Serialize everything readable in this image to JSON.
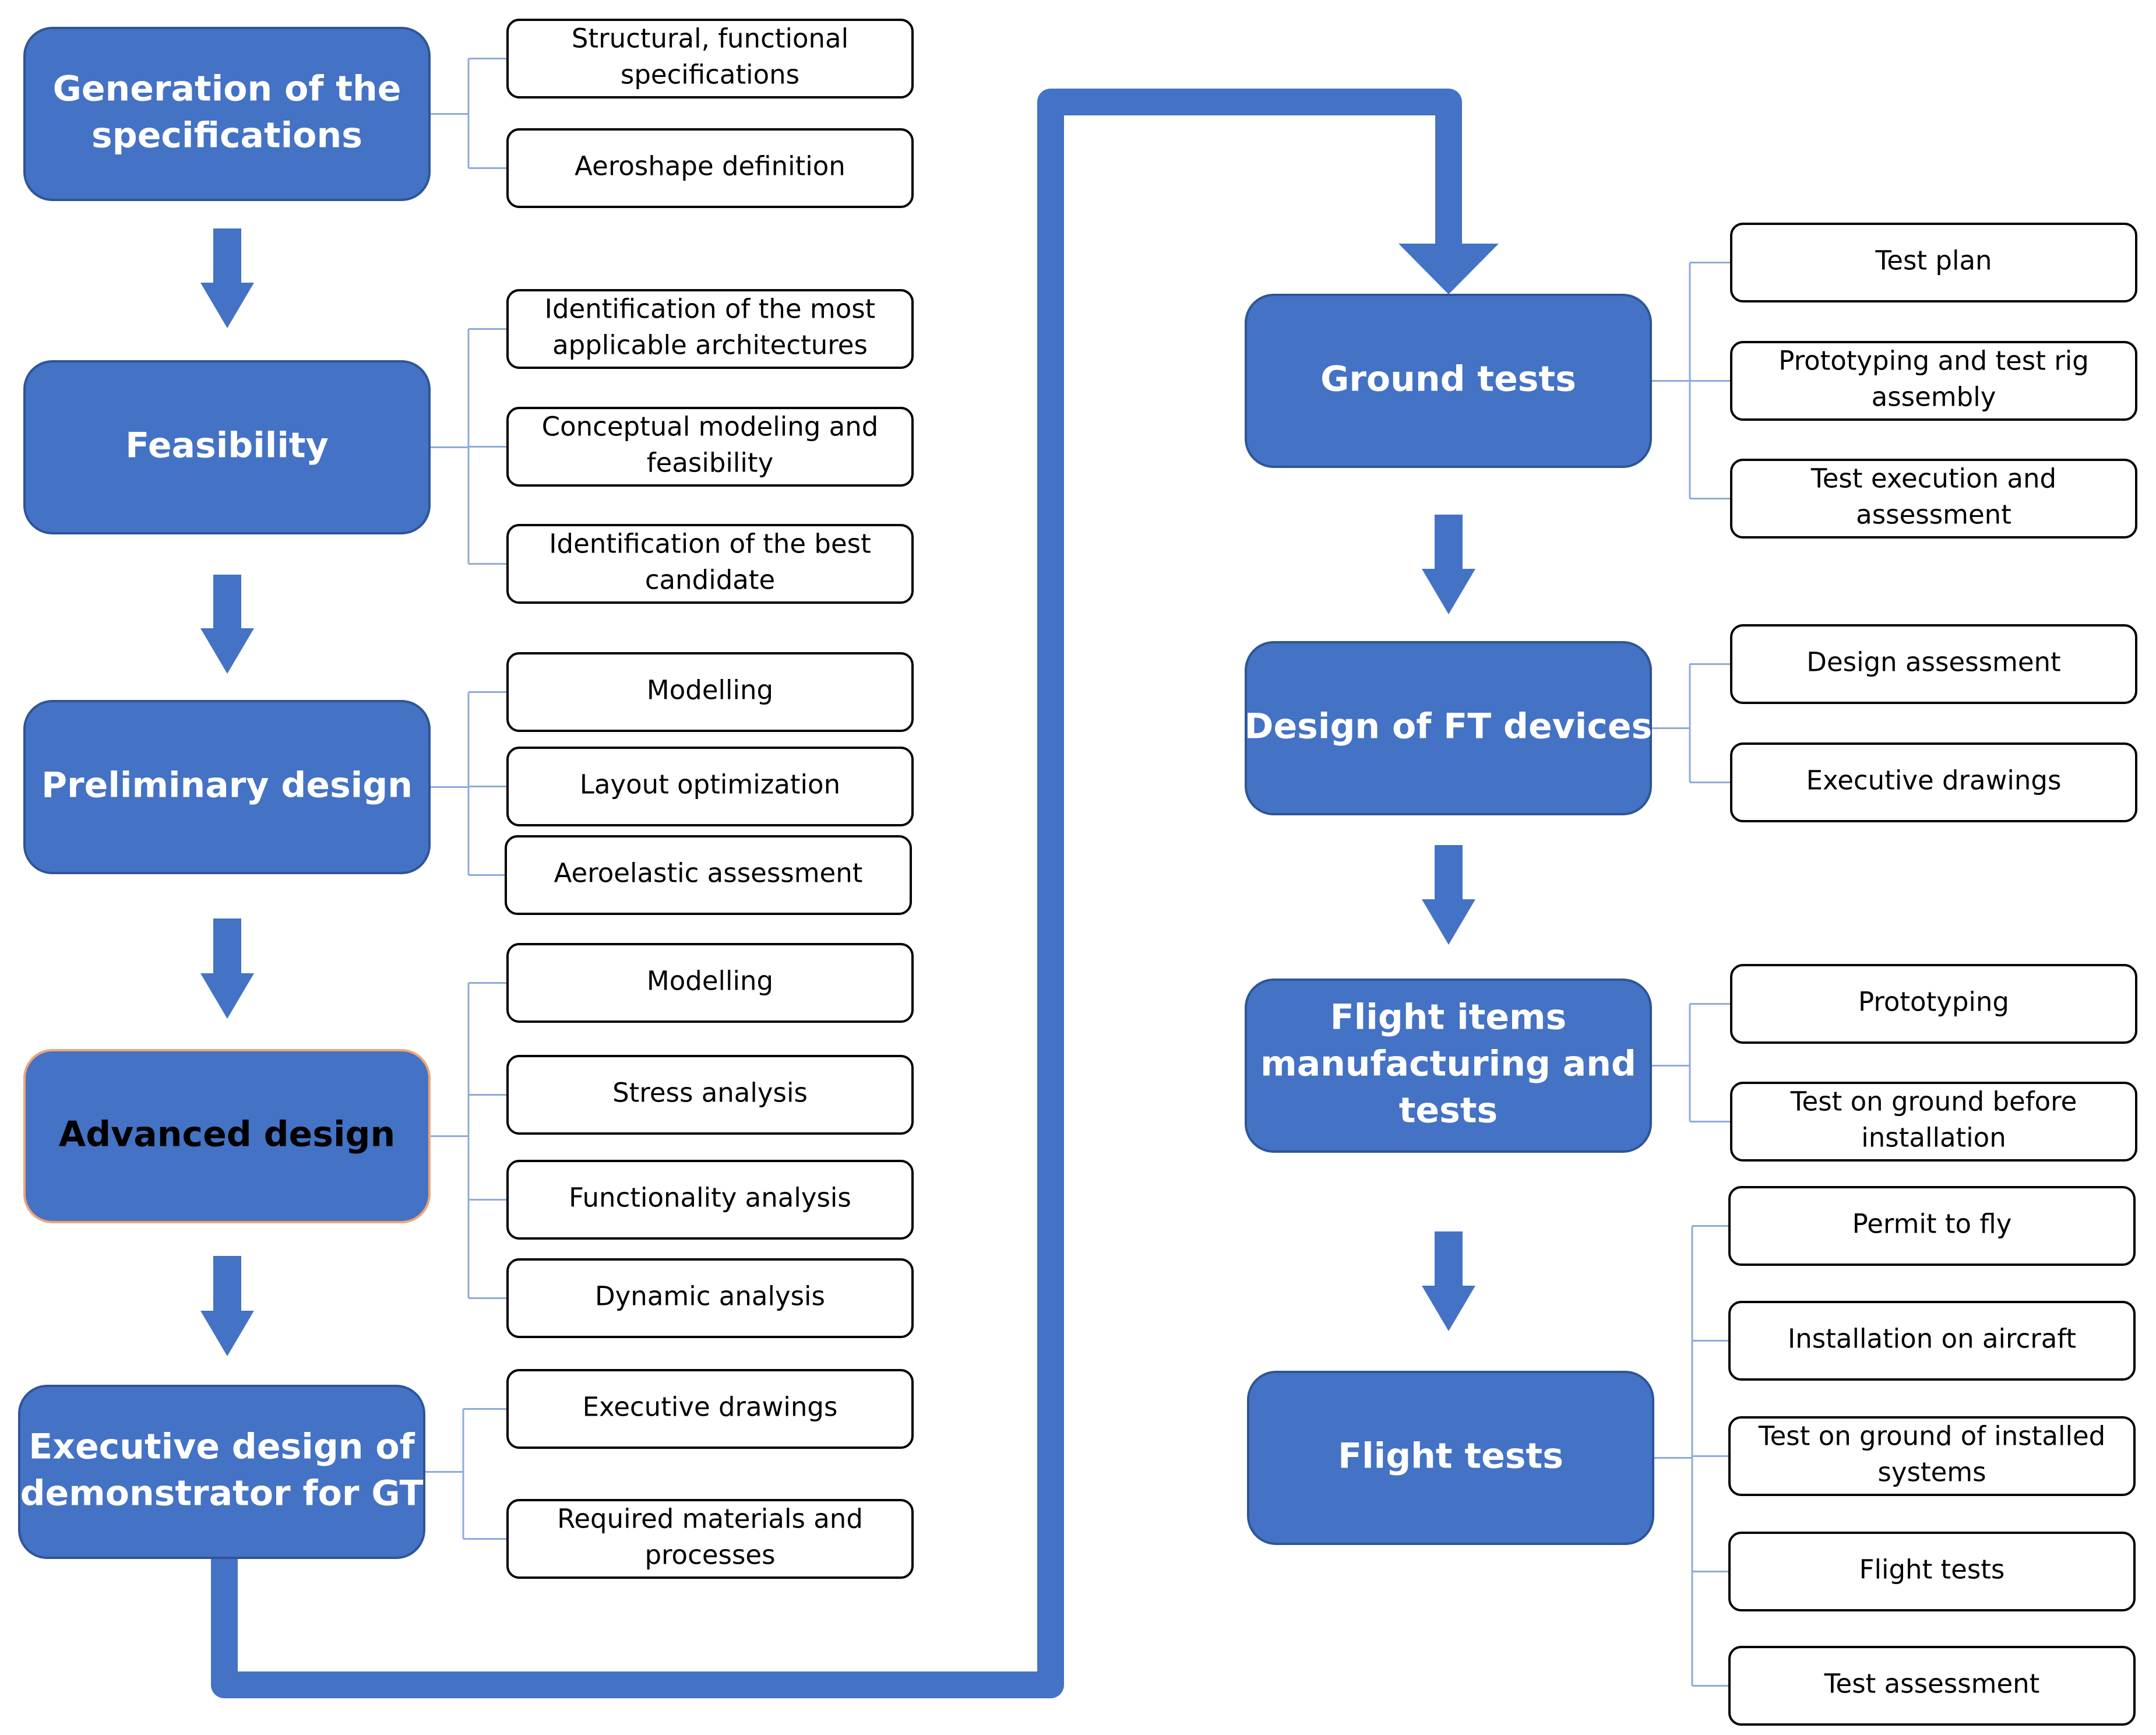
{
  "colors": {
    "main_fill": "#4472c4",
    "main_text": "#ffffff",
    "highlight_fill_top": "#f8c0a4",
    "highlight_fill_bottom": "#f4a682",
    "connector": "#8faadc",
    "flow_arrow": "#4472c4"
  },
  "stages": [
    {
      "title": [
        "Generation of the",
        "specifications"
      ],
      "highlight": false,
      "tasks": [
        [
          "Structural, functional",
          "specifications"
        ],
        [
          "Aeroshape definition"
        ]
      ]
    },
    {
      "title": [
        "Feasibility"
      ],
      "highlight": false,
      "tasks": [
        [
          "Identification of the most",
          "applicable architectures"
        ],
        [
          "Conceptual modeling  and",
          "feasibility"
        ],
        [
          "Identification of the best",
          "candidate"
        ]
      ]
    },
    {
      "title": [
        "Preliminary design"
      ],
      "highlight": false,
      "tasks": [
        [
          "Modelling"
        ],
        [
          "Layout optimization"
        ],
        [
          "Aeroelastic assessment"
        ]
      ]
    },
    {
      "title": [
        "Advanced design"
      ],
      "highlight": true,
      "tasks": [
        [
          "Modelling"
        ],
        [
          "Stress analysis"
        ],
        [
          "Functionality analysis"
        ],
        [
          "Dynamic analysis"
        ]
      ]
    },
    {
      "title": [
        "Executive design of",
        "demonstrator for GT"
      ],
      "highlight": false,
      "tasks": [
        [
          "Executive drawings"
        ],
        [
          "Required materials and",
          "processes"
        ]
      ]
    },
    {
      "title": [
        "Ground tests"
      ],
      "highlight": false,
      "tasks": [
        [
          "Test plan"
        ],
        [
          "Prototyping and test rig",
          "assembly"
        ],
        [
          "Test execution and",
          "assessment"
        ]
      ]
    },
    {
      "title": [
        "Design of FT devices"
      ],
      "highlight": false,
      "tasks": [
        [
          "Design assessment"
        ],
        [
          "Executive drawings"
        ]
      ]
    },
    {
      "title": [
        "Flight  items",
        "manufacturing and",
        "tests"
      ],
      "highlight": false,
      "tasks": [
        [
          "Prototyping"
        ],
        [
          "Test on ground before",
          "installation"
        ]
      ]
    },
    {
      "title": [
        "Flight tests"
      ],
      "highlight": false,
      "tasks": [
        [
          "Permit to fly"
        ],
        [
          "Installation on aircraft"
        ],
        [
          "Test on ground of installed",
          "systems"
        ],
        [
          "Flight tests"
        ],
        [
          "Test assessment"
        ]
      ]
    }
  ]
}
